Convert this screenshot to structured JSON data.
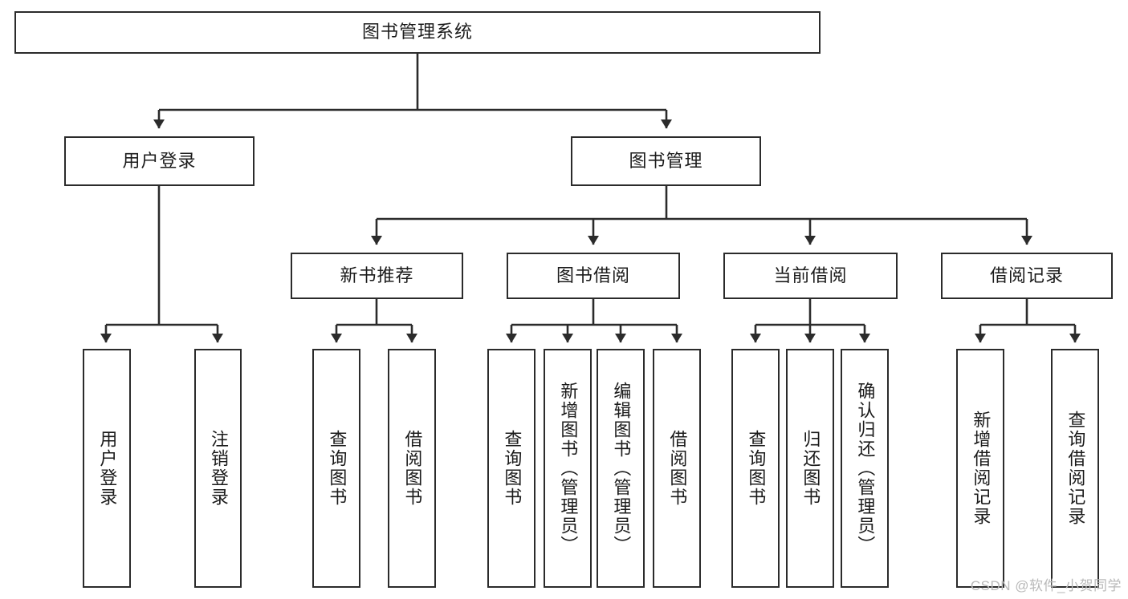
{
  "diagram": {
    "type": "tree",
    "title": "图书管理系统",
    "background": "#ffffff",
    "line_color": "#2b2b2b",
    "text_color": "#1b1b1b"
  },
  "nodes": {
    "root": {
      "label": "图书管理系统"
    },
    "level2": [
      {
        "id": "user-login",
        "label": "用户登录"
      },
      {
        "id": "book-manage",
        "label": "图书管理"
      }
    ],
    "level3": [
      {
        "id": "new-book-recommend",
        "label": "新书推荐"
      },
      {
        "id": "book-borrow",
        "label": "图书借阅"
      },
      {
        "id": "current-borrow",
        "label": "当前借阅"
      },
      {
        "id": "borrow-record",
        "label": "借阅记录"
      }
    ],
    "leaves": {
      "user_login": [
        {
          "id": "leaf-user-login",
          "label": "用户登录"
        },
        {
          "id": "leaf-logout",
          "label": "注销登录"
        }
      ],
      "new_book_recommend": [
        {
          "id": "leaf-query-book-1",
          "label": "查询图书"
        },
        {
          "id": "leaf-borrow-book-1",
          "label": "借阅图书"
        }
      ],
      "book_borrow": [
        {
          "id": "leaf-query-book-2",
          "label": "查询图书"
        },
        {
          "id": "leaf-add-book",
          "label": "新增图书（管理员）"
        },
        {
          "id": "leaf-edit-book",
          "label": "编辑图书（管理员）"
        },
        {
          "id": "leaf-borrow-book-2",
          "label": "借阅图书"
        }
      ],
      "current_borrow": [
        {
          "id": "leaf-query-book-3",
          "label": "查询图书"
        },
        {
          "id": "leaf-return-book",
          "label": "归还图书"
        },
        {
          "id": "leaf-confirm-return",
          "label": "确认归还（管理员）"
        }
      ],
      "borrow_record": [
        {
          "id": "leaf-add-record",
          "label": "新增借阅记录"
        },
        {
          "id": "leaf-query-record",
          "label": "查询借阅记录"
        }
      ]
    }
  },
  "watermark": {
    "text": "CSDN @软件_小贺同学"
  }
}
